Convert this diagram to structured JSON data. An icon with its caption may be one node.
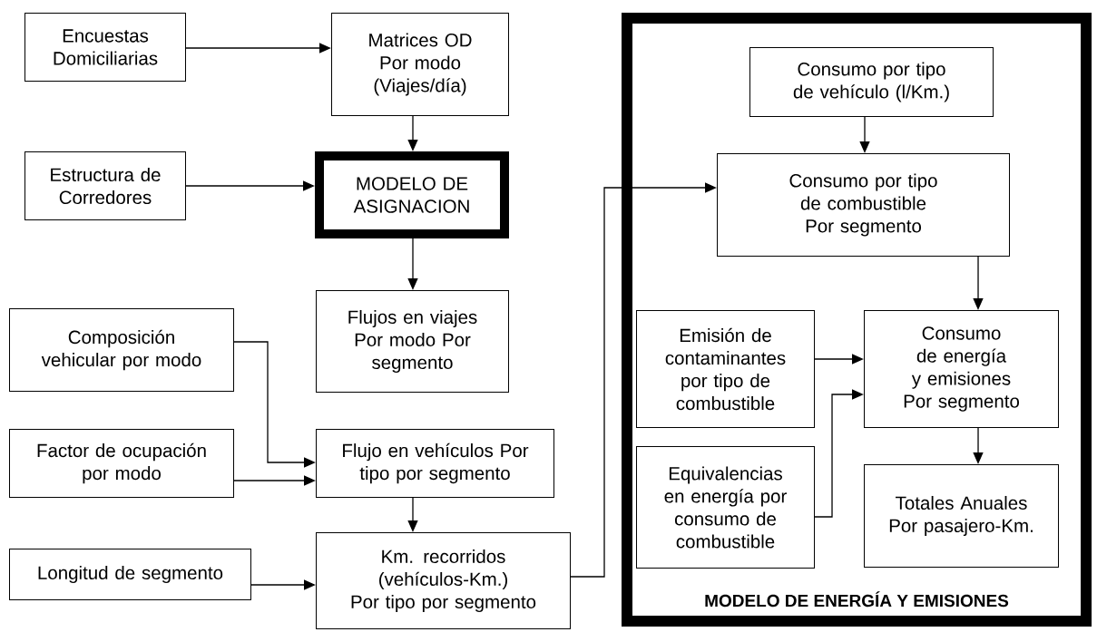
{
  "diagram": {
    "nodes": [
      {
        "text": [
          "Encuestas Domiciliarias"
        ]
      },
      {
        "text": [
          "Matrices OD Por modo (Viajes/día)"
        ]
      },
      {
        "text": [
          "Estructura de Corredores"
        ]
      },
      {
        "text": [
          "MODELO DE ASIGNACION"
        ]
      },
      {
        "text": [
          "Flujos en viajes Por modo Por segmento"
        ]
      },
      {
        "text": [
          "Composición vehicular por modo"
        ]
      },
      {
        "text": [
          "Factor de ocupación por modo"
        ]
      },
      {
        "text": [
          "Flujo en vehículos Por tipo por segmento"
        ]
      },
      {
        "text": [
          "Longitud de segmento"
        ]
      },
      {
        "text": [
          "Km. recorridos (vehículos-Km.) Por tipo por segmento"
        ]
      },
      {
        "text": [
          "MODELO DE ENERGÍA Y EMISIONES"
        ]
      },
      {
        "text": [
          "Consumo por tipo de vehículo (l/Km.)"
        ],
        "in": 10
      },
      {
        "text": [
          "Consumo por tipo de combustible Por segmento"
        ],
        "in": 10
      },
      {
        "text": [
          "Emisión de contaminantes por tipo de combustible"
        ],
        "in": 10
      },
      {
        "text": [
          "Consumo de energía y emisiones Por segmento"
        ],
        "in": 10
      },
      {
        "text": [
          "Equivalencias en energía por consumo de combustible"
        ],
        "in": 10
      },
      {
        "text": [
          "Totales Anuales Por pasajero-Km."
        ],
        "in": 10
      }
    ],
    "edges": [
      {
        "from": 0,
        "to": 1,
        "arrow": "to"
      },
      {
        "from": 1,
        "to": 3,
        "arrow": "to"
      },
      {
        "from": 2,
        "to": 3,
        "arrow": "to"
      },
      {
        "from": 3,
        "to": 4,
        "arrow": "to"
      },
      {
        "from": 5,
        "to": 7,
        "arrow": "to"
      },
      {
        "from": 6,
        "to": 7,
        "arrow": "to"
      },
      {
        "from": 7,
        "to": 9,
        "arrow": "to"
      },
      {
        "from": 8,
        "to": 9,
        "arrow": "to"
      },
      {
        "from": 9,
        "to": 12,
        "arrow": "to"
      },
      {
        "from": 11,
        "to": 12,
        "arrow": "to"
      },
      {
        "from": 12,
        "to": 14,
        "arrow": "to"
      },
      {
        "from": 13,
        "to": 14,
        "arrow": "to"
      },
      {
        "from": 15,
        "to": 14,
        "arrow": "to"
      },
      {
        "from": 14,
        "to": 16,
        "arrow": "to"
      }
    ]
  }
}
